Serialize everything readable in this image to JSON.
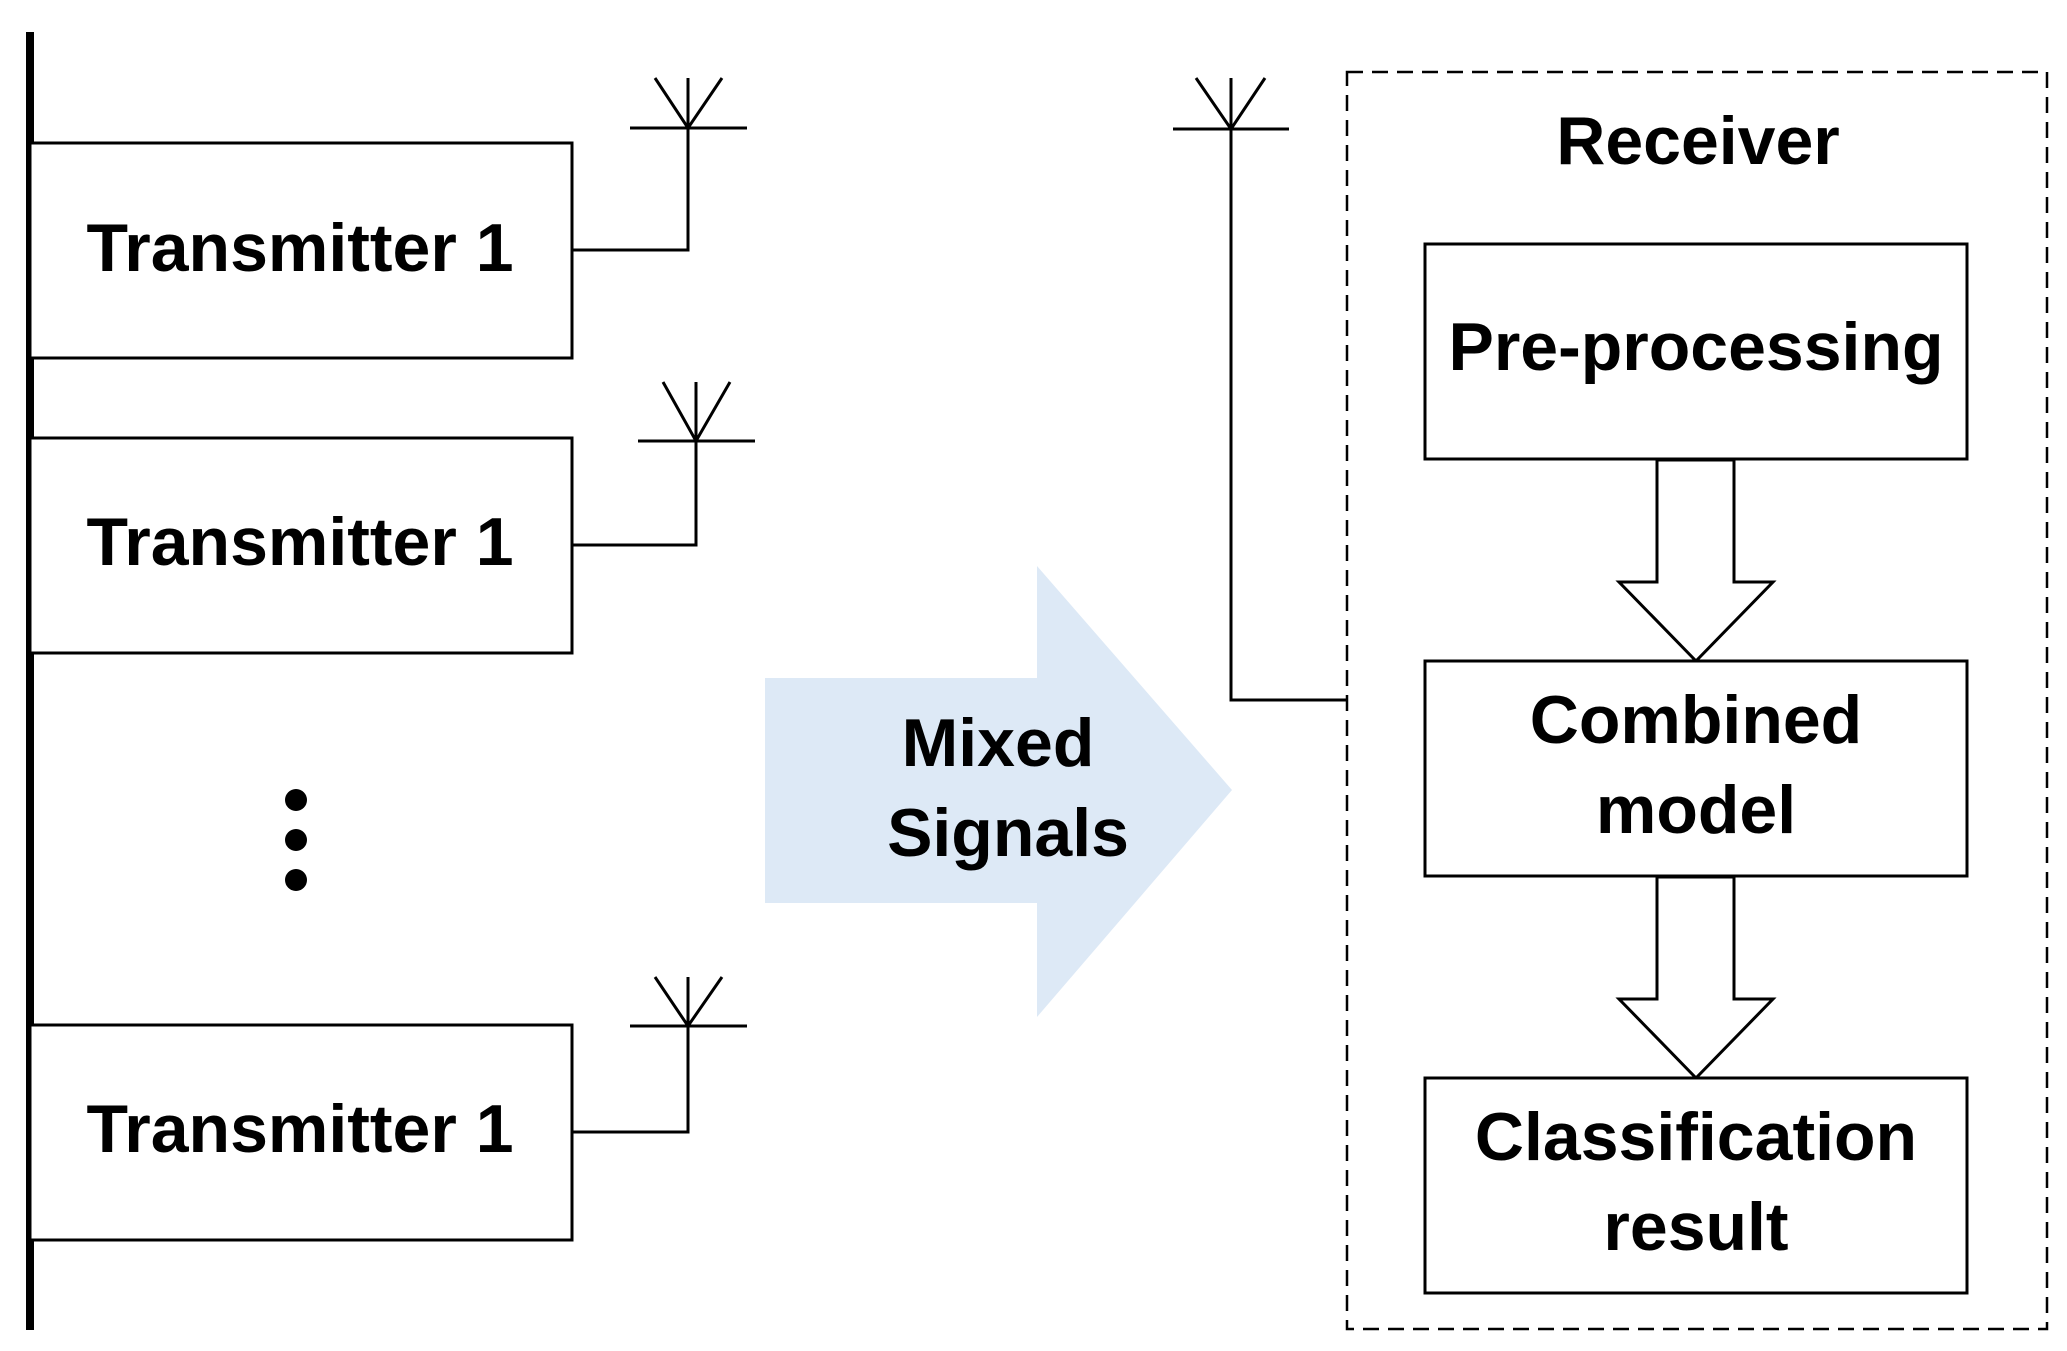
{
  "transmitters": [
    {
      "label": "Transmitter 1"
    },
    {
      "label": "Transmitter 1"
    },
    {
      "label": "Transmitter 1"
    }
  ],
  "channel": {
    "line1": "Mixed",
    "line2": "Signals",
    "arrow_color": "#dde9f6"
  },
  "receiver": {
    "title": "Receiver",
    "preprocessing": "Pre-processing",
    "model_line1": "Combined",
    "model_line2": "model",
    "result_line1": "Classification",
    "result_line2": "result"
  }
}
